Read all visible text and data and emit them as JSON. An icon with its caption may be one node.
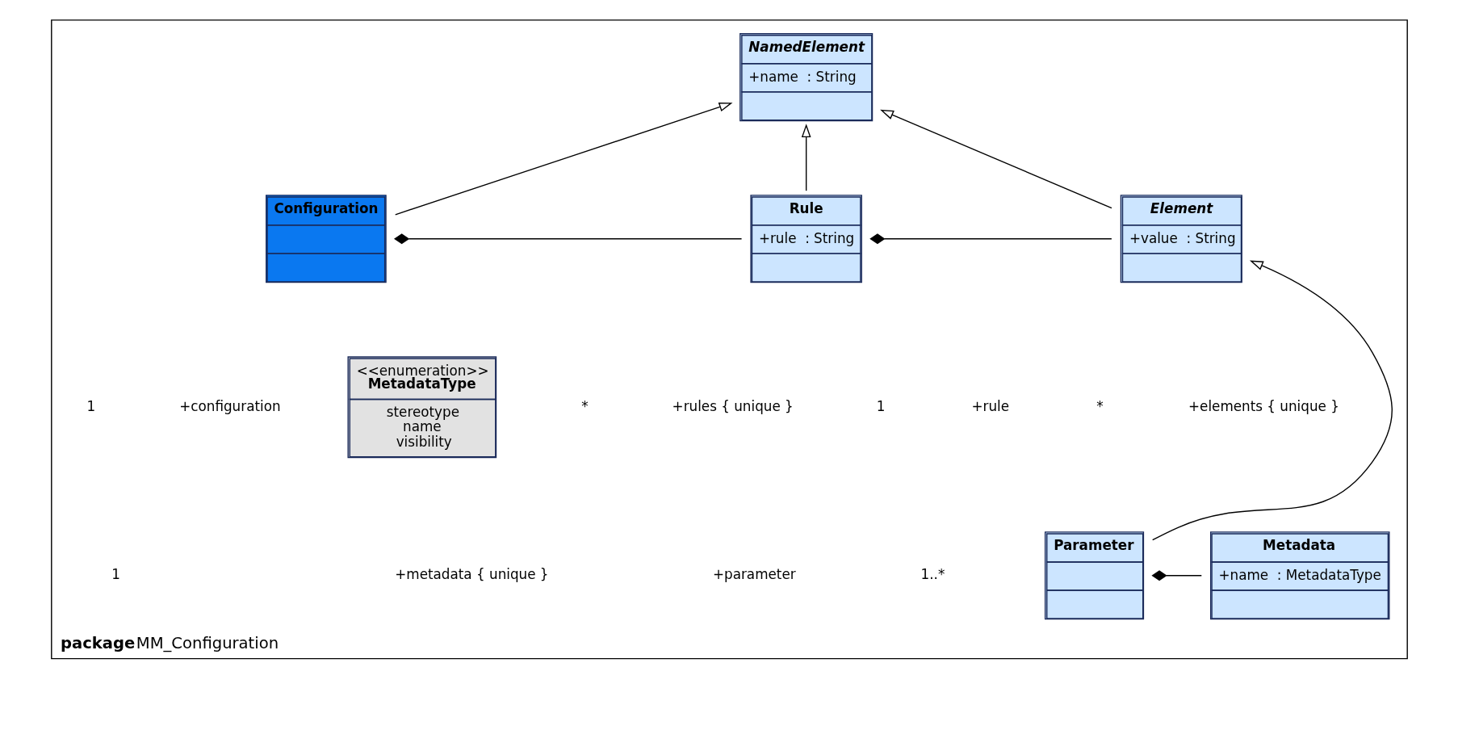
{
  "diagram": {
    "nodes": [
      {
        "text": [
          "package",
          "MM_Configuration"
        ]
      },
      {
        "text": [
          "NamedElement",
          "+name  : String"
        ],
        "in": 0
      },
      {
        "text": [
          "Configuration"
        ],
        "in": 0
      },
      {
        "text": [
          "Rule",
          "+rule  : String"
        ],
        "in": 0
      },
      {
        "text": [
          "Element",
          "+value  : String"
        ],
        "in": 0
      },
      {
        "text": [
          "<<enumeration>>",
          "MetadataType",
          "stereotype",
          "name",
          "visibility"
        ],
        "in": 0
      },
      {
        "text": [
          "Metadata",
          "+name  : MetadataType"
        ],
        "in": 0
      },
      {
        "text": [
          "Parameter"
        ],
        "in": 0
      }
    ],
    "edges": [
      {
        "from": 2,
        "to": 1,
        "arrow": "to"
      },
      {
        "from": 3,
        "to": 1,
        "arrow": "to"
      },
      {
        "from": 4,
        "to": 1,
        "arrow": "to"
      },
      {
        "from": 2,
        "to": 3,
        "arrow": "other"
      },
      {
        "from": 3,
        "to": 4,
        "arrow": "other"
      },
      {
        "from": 7,
        "to": 4,
        "arrow": "to"
      },
      {
        "from": 7,
        "to": 6,
        "arrow": "other"
      }
    ],
    "labels": [
      "1",
      "*",
      "+configuration",
      "+rules { unique }",
      "1",
      "*",
      "+rule",
      "+elements { unique }",
      "1..*",
      "+parameter",
      "+metadata { unique }",
      "1"
    ]
  }
}
